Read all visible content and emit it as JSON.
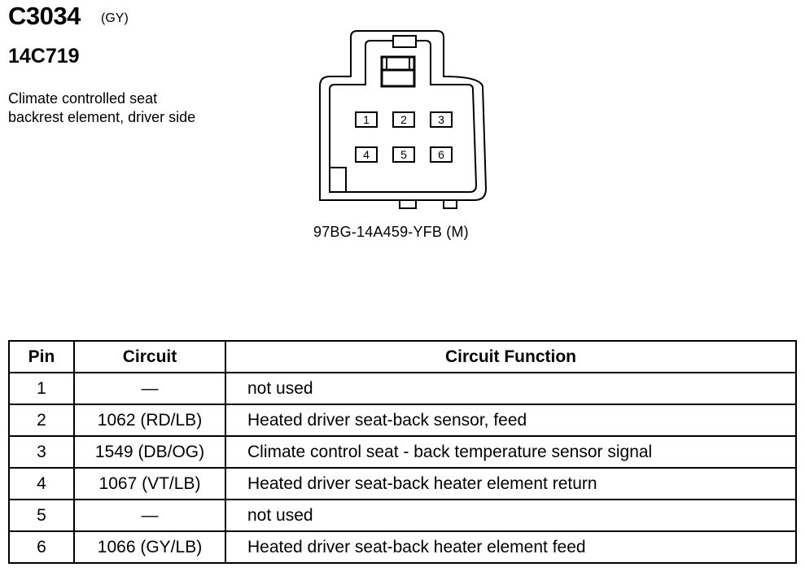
{
  "connector": {
    "code": "C3034",
    "color": "(GY)",
    "part": "14C719",
    "description": [
      "Climate controlled seat",
      "backrest element, driver side"
    ],
    "part_number": "97BG-14A459-YFB (M)",
    "cavities": [
      "1",
      "2",
      "3",
      "4",
      "5",
      "6"
    ]
  },
  "table": {
    "headers": [
      "Pin",
      "Circuit",
      "Circuit Function"
    ],
    "rows": [
      {
        "pin": "1",
        "circuit": "—",
        "function": "not used"
      },
      {
        "pin": "2",
        "circuit": "1062 (RD/LB)",
        "function": "Heated driver seat-back sensor, feed"
      },
      {
        "pin": "3",
        "circuit": "1549 (DB/OG)",
        "function": "Climate control seat - back temperature sensor signal"
      },
      {
        "pin": "4",
        "circuit": "1067 (VT/LB)",
        "function": "Heated driver seat-back heater element return"
      },
      {
        "pin": "5",
        "circuit": "—",
        "function": "not used"
      },
      {
        "pin": "6",
        "circuit": "1066 (GY/LB)",
        "function": "Heated driver seat-back heater element feed"
      }
    ]
  }
}
